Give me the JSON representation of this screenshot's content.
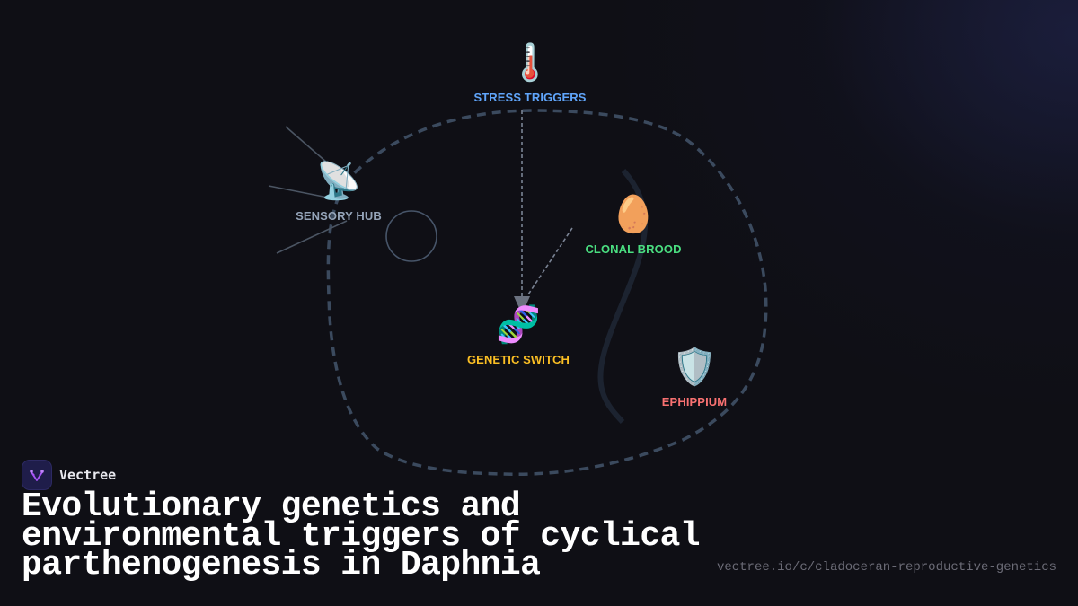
{
  "diagram": {
    "nodes": [
      {
        "id": "stress",
        "icon": "thermometer-icon",
        "glyph": "🌡️",
        "label": "STRESS TRIGGERS",
        "color": "#60a5fa"
      },
      {
        "id": "sensory",
        "icon": "satellite-antenna-icon",
        "glyph": "📡",
        "label": "SENSORY HUB",
        "color": "#94a3b8"
      },
      {
        "id": "clonal",
        "icon": "egg-icon",
        "glyph": "🥚",
        "label": "CLONAL BROOD",
        "color": "#4ade80"
      },
      {
        "id": "genetic",
        "icon": "dna-icon",
        "glyph": "🧬",
        "label": "GENETIC SWITCH",
        "color": "#fbbf24"
      },
      {
        "id": "ephippium",
        "icon": "shield-icon",
        "glyph": "🛡️",
        "label": "EPHIPPIUM",
        "color": "#f87171"
      }
    ],
    "colors": {
      "background": "#0f0f15",
      "outline_dashed": "#3b4a5e",
      "connector": "#7a8394",
      "arrowhead": "#6b7280",
      "sensory_lines": "#4b5563",
      "circle": "#475569",
      "curve": "#1c2330"
    }
  },
  "brand": {
    "name": "Vectree",
    "logo_color": "#a855f7"
  },
  "title": "Evolutionary genetics and environmental triggers of cyclical parthenogenesis in Daphnia",
  "url": "vectree.io/c/cladoceran-reproductive-genetics"
}
